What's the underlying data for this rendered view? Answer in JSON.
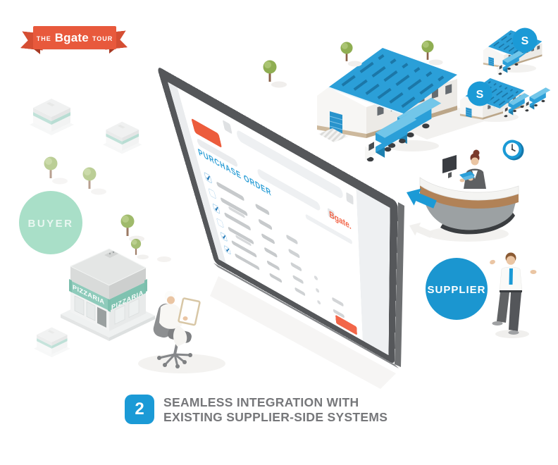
{
  "ribbon": {
    "pre": "THE",
    "brand": "Bgate",
    "post": "TOUR"
  },
  "screen": {
    "heading": "PURCHASE ORDER",
    "logo": "Bgate.",
    "check_glyph": "✓",
    "rows": [
      {
        "checked": true,
        "bars": 2,
        "sub": false
      },
      {
        "checked": false,
        "bars": 3,
        "sub": true
      },
      {
        "checked": true,
        "bars": 3,
        "sub": false
      },
      {
        "checked": false,
        "bars": 4,
        "sub": true
      },
      {
        "checked": true,
        "bars": 5,
        "sub": false
      },
      {
        "checked": true,
        "bars": 5,
        "sub": false
      }
    ]
  },
  "scene": {
    "buyer_label": "BUYER",
    "supplier_label": "SUPPLIER",
    "pizzaria_sign_left": "PIZZARIA",
    "pizzaria_sign_right": "PIZZARIA",
    "supplier_badges": [
      "S",
      "S"
    ]
  },
  "caption": {
    "step": "2",
    "line1": "SEAMLESS INTEGRATION WITH",
    "line2": "EXISTING SUPPLIER-SIDE SYSTEMS"
  },
  "colors": {
    "accent_orange": "#E8593C",
    "accent_blue": "#1B9AD6",
    "screen_heading_blue": "#2E9FD6",
    "logo_orange": "#F26649",
    "buyer_mint": "#A9DFC8",
    "caption_gray": "#76777A",
    "roof_blue": "#2B9FD8",
    "teal": "#8FCBBB"
  }
}
